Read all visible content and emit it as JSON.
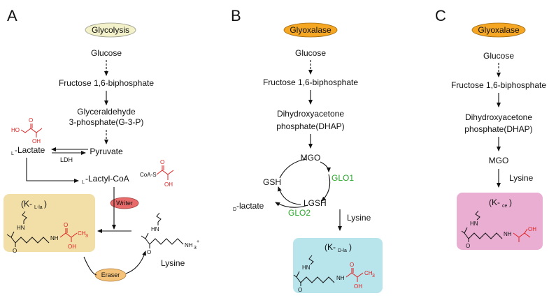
{
  "panels": {
    "a": {
      "letter": "A",
      "pathway_badge": "Glycolysis",
      "steps": {
        "glucose": "Glucose",
        "fbp": "Fructose 1,6-biphosphate",
        "g3p_line1": "Glyceraldehyde",
        "g3p_line2": "3-phosphate(G-3-P)",
        "pyruvate": "Pyruvate",
        "lactate_prefix": "L",
        "lactate": "-Lactate",
        "ldh": "LDH",
        "lactylcoa_prefix": "L",
        "lactylcoa": "-Lactyl-CoA",
        "coa_s": "CoA-S",
        "writer": "Writer",
        "eraser": "Eraser",
        "lysine": "Lysine",
        "product_label": "(K-",
        "product_sub": "L-la",
        "product_close": ")",
        "nh3": "NH",
        "nh3_sub": "3",
        "nh3_charge": "+"
      }
    },
    "b": {
      "letter": "B",
      "pathway_badge": "Glyoxalase",
      "steps": {
        "glucose": "Glucose",
        "fbp": "Fructose 1,6-biphosphate",
        "dhap_line1": "Dihydroxyacetone",
        "dhap_line2": "phosphate(DHAP)",
        "mgo": "MGO",
        "gsh": "GSH",
        "glo1": "GLO1",
        "lgsh": "LGSH",
        "glo2": "GLO2",
        "lactate_prefix": "D",
        "lactate": "-lactate",
        "lysine": "Lysine",
        "product_label": "(K-",
        "product_sub": "D-la",
        "product_close": ")"
      }
    },
    "c": {
      "letter": "C",
      "pathway_badge": "Glyoxalase",
      "steps": {
        "glucose": "Glucose",
        "fbp": "Fructose 1,6-biphosphate",
        "dhap_line1": "Dihydroxyacetone",
        "dhap_line2": "phosphate(DHAP)",
        "mgo": "MGO",
        "lysine": "Lysine",
        "product_label": "(K-",
        "product_sub": "ce",
        "product_close": ")"
      }
    }
  },
  "atoms": {
    "nh": "NH",
    "hn": "HN",
    "o": "O",
    "oh": "OH",
    "ho": "HO",
    "ch3": "CH",
    "ch3_sub": "3"
  },
  "colors": {
    "glycolysis_badge": "#f2f1c9",
    "glyoxalase_badge": "#f5a623",
    "writer_badge": "#e96a6a",
    "eraser_badge": "#f5c27a",
    "box_a": "#f2dfa8",
    "box_b": "#b8e4ec",
    "box_c": "#eaaed3",
    "enzyme_green": "#2aa82a",
    "lactyl_red": "#e02020"
  }
}
